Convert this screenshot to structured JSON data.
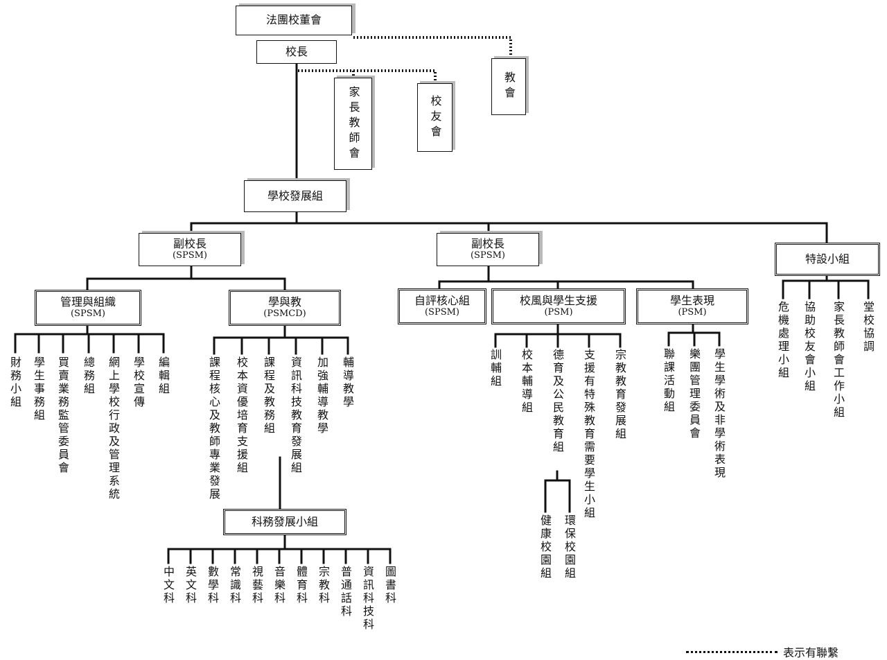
{
  "chart": {
    "board": "法團校董會",
    "principal": "校長",
    "church": "教會",
    "pta": "家長教師會",
    "alumni": "校友會",
    "dev_group": "學校發展組",
    "vp_left": {
      "title": "副校長",
      "sub": "(SPSM)"
    },
    "vp_right": {
      "title": "副校長",
      "sub": "(SPSM)"
    },
    "special": {
      "title": "特設小組",
      "items": [
        "危機處理小組",
        "協助校友會小組",
        "家長教師會工作小組",
        "堂校協調"
      ]
    },
    "management": {
      "title": "管理與組織",
      "sub": "(SPSM)",
      "items": [
        "財務小組",
        "學生事務組",
        "買賣業務監管委員會",
        "總務組",
        "網上學校行政及管理系統",
        "學校宣傳",
        "編輯組"
      ]
    },
    "learning": {
      "title": "學與教",
      "sub": "(PSMCD)",
      "items": [
        "課程核心及教師專業發展",
        "校本資優培育支援組",
        "課程及教務組",
        "資訊科技教育發展組",
        "加強輔導教學",
        "輔導教學"
      ]
    },
    "subjects": {
      "title": "科務發展小組",
      "items": [
        "中文科",
        "英文科",
        "數學科",
        "常識科",
        "視藝科",
        "音樂科",
        "體育科",
        "宗教科",
        "普通話科",
        "資訊科技科",
        "圖書科"
      ]
    },
    "self_eval": {
      "title": "自評核心組",
      "sub": "(SPSM)"
    },
    "ethos": {
      "title": "校風與學生支援",
      "sub": "(PSM)",
      "items": [
        "訓輔組",
        "校本輔導組",
        "德育及公民教育組",
        "支援有特殊教育需要學生小組",
        "宗教教育發展組"
      ],
      "moral_sub": [
        "健康校園組",
        "環保校園組"
      ]
    },
    "performance": {
      "title": "學生表現",
      "sub": "(PSM)",
      "items": [
        "聯課活動組",
        "樂團管理委員會",
        "學生學術及非學術表現"
      ]
    },
    "legend": "表示有聯繫"
  }
}
